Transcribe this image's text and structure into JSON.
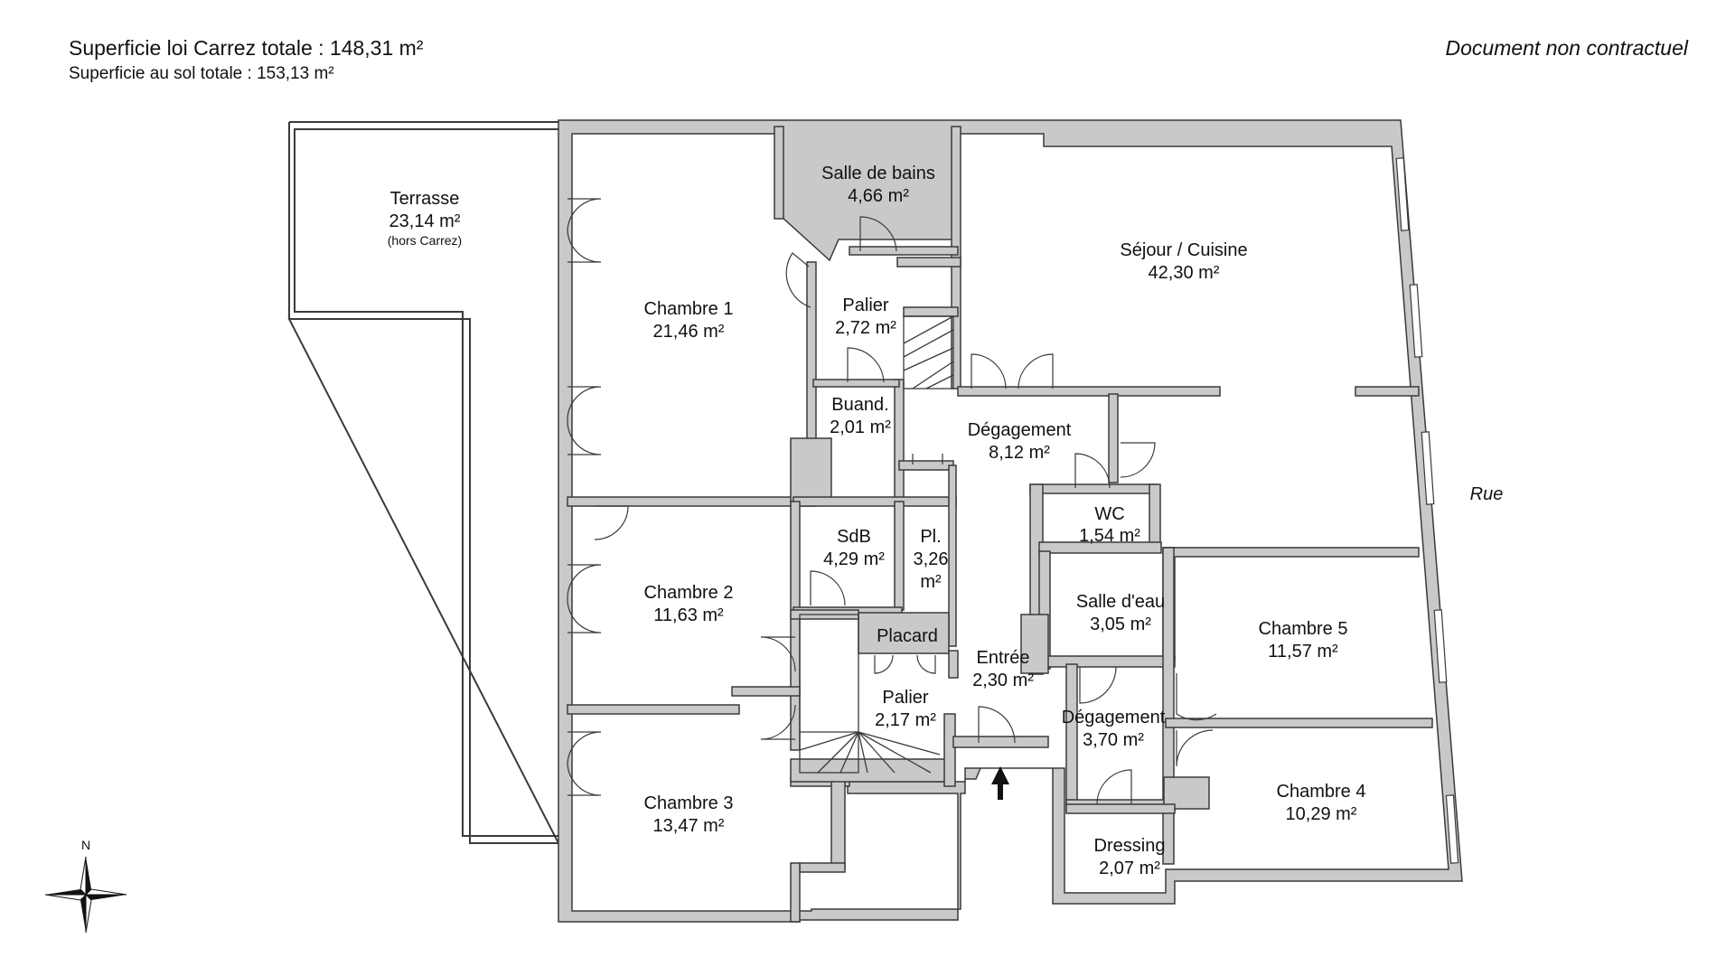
{
  "header": {
    "carrez_total": "Superficie loi Carrez totale : 148,31 m²",
    "floor_total": "Superficie au sol totale : 153,13 m²",
    "disclaimer": "Document non contractuel"
  },
  "street_label": "Rue",
  "compass_label": "N",
  "rooms": {
    "terrasse": {
      "name": "Terrasse",
      "area": "23,14 m²",
      "note": "(hors Carrez)"
    },
    "chambre1": {
      "name": "Chambre 1",
      "area": "21,46 m²"
    },
    "salle_de_bains": {
      "name": "Salle de bains",
      "area": "4,66 m²"
    },
    "palier_haut": {
      "name": "Palier",
      "area": "2,72 m²"
    },
    "sejour": {
      "name": "Séjour / Cuisine",
      "area": "42,30 m²"
    },
    "buanderie": {
      "name": "Buand.",
      "area": "2,01 m²"
    },
    "degagement1": {
      "name": "Dégagement",
      "area": "8,12 m²"
    },
    "wc": {
      "name": "WC",
      "area": "1,54 m²"
    },
    "chambre2": {
      "name": "Chambre 2",
      "area": "11,63 m²"
    },
    "sdb": {
      "name": "SdB",
      "area": "4,29 m²"
    },
    "placard_pl": {
      "name": "Pl.",
      "area_line1": "3,26",
      "area_line2": "m²"
    },
    "salle_d_eau": {
      "name": "Salle d'eau",
      "area": "3,05 m²"
    },
    "chambre5": {
      "name": "Chambre 5",
      "area": "11,57 m²"
    },
    "placard": {
      "name": "Placard"
    },
    "entree": {
      "name": "Entrée",
      "area": "2,30 m²"
    },
    "palier_bas": {
      "name": "Palier",
      "area": "2,17 m²"
    },
    "degagement2": {
      "name": "Dégagement",
      "area": "3,70 m²"
    },
    "chambre4": {
      "name": "Chambre 4",
      "area": "10,29 m²"
    },
    "chambre3": {
      "name": "Chambre 3",
      "area": "13,47 m²"
    },
    "dressing": {
      "name": "Dressing",
      "area": "2,07 m²"
    }
  },
  "colors": {
    "wall_fill": "#c9c9c9",
    "wall_stroke": "#3a3a3a",
    "background": "#ffffff"
  }
}
